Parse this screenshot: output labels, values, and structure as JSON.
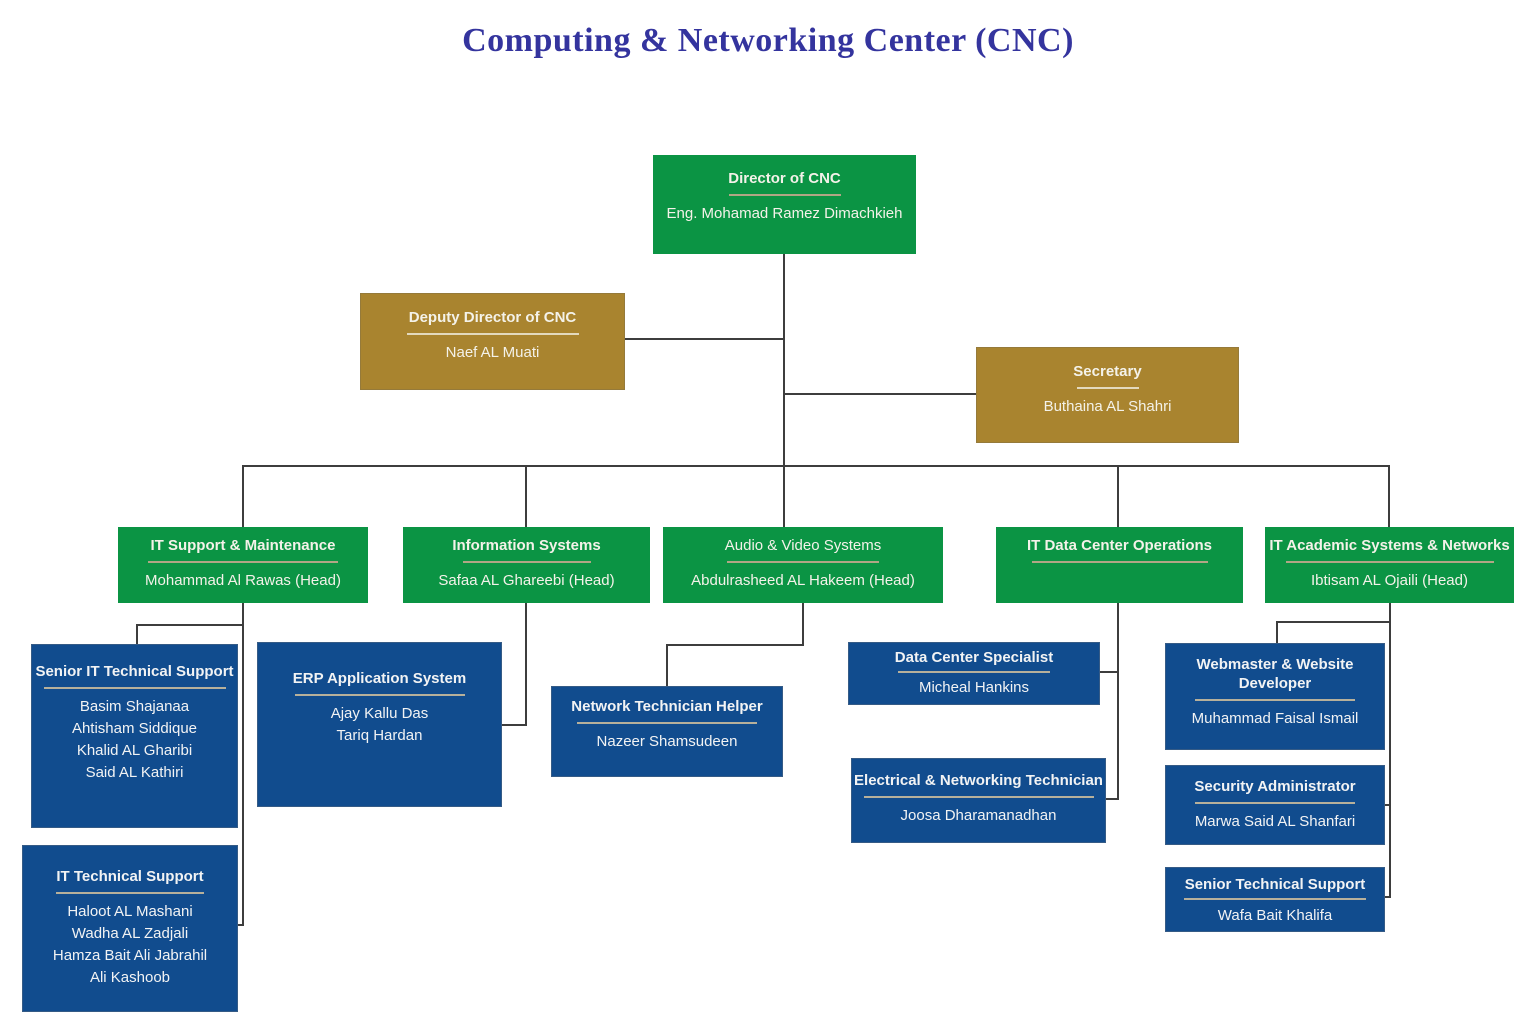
{
  "page_title": "Computing & Networking Center (CNC)",
  "colors": {
    "title_text": "#34349e",
    "executive_green": "#0b9444",
    "staff_gold": "#a9842f",
    "team_blue": "#114c8e",
    "connector_line": "#3d3d3d"
  },
  "org": {
    "director": {
      "title": "Director of CNC",
      "name": "Eng. Mohamad Ramez Dimachkieh"
    },
    "deputy": {
      "title": "Deputy Director of CNC",
      "name": "Naef AL Muati"
    },
    "secretary": {
      "title": "Secretary",
      "name": "Buthaina AL Shahri"
    },
    "departments": [
      {
        "title": "IT Support & Maintenance",
        "head": "Mohammad Al Rawas (Head)"
      },
      {
        "title": "Information Systems",
        "head": "Safaa AL Ghareebi  (Head)"
      },
      {
        "title": "Audio & Video Systems",
        "head": "Abdulrasheed AL Hakeem (Head)"
      },
      {
        "title": "IT Data Center Operations",
        "head": ""
      },
      {
        "title": "IT Academic Systems & Networks",
        "head": "Ibtisam AL Ojaili (Head)"
      }
    ],
    "teams": [
      {
        "title": "Senior IT Technical Support",
        "members": [
          "Basim Shajanaa",
          "Ahtisham Siddique",
          "Khalid AL Gharibi",
          "Said AL Kathiri"
        ]
      },
      {
        "title": "IT Technical Support",
        "members": [
          "Haloot AL Mashani",
          "Wadha AL Zadjali",
          "Hamza Bait Ali Jabrahil",
          "Ali Kashoob"
        ]
      },
      {
        "title": "ERP Application System",
        "members": [
          "Ajay Kallu Das",
          "Tariq Hardan"
        ]
      },
      {
        "title": "Network Technician Helper",
        "members": [
          "Nazeer Shamsudeen"
        ]
      },
      {
        "title": "Data Center Specialist",
        "members": [
          "Micheal Hankins"
        ]
      },
      {
        "title": "Electrical & Networking Technician",
        "members": [
          "Joosa Dharamanadhan"
        ]
      },
      {
        "title": "Webmaster & Website Developer",
        "members": [
          "Muhammad Faisal Ismail"
        ]
      },
      {
        "title": "Security Administrator",
        "members": [
          "Marwa Said AL Shanfari"
        ]
      },
      {
        "title": "Senior Technical Support",
        "members": [
          "Wafa Bait Khalifa"
        ]
      }
    ]
  }
}
